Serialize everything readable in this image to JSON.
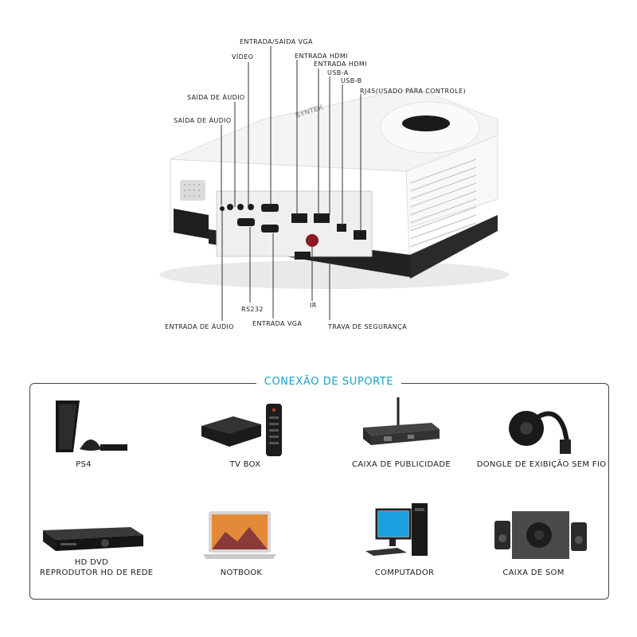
{
  "projector": {
    "brand": "SYNTEK",
    "labels": {
      "vga_io": "ENTRADA/SAÍDA VGA",
      "video": "VÍDEO",
      "hdmi_in_1": "ENTRADA HDMI",
      "hdmi_in_2": "ENTRADA HDMI",
      "usb_a": "USB-A",
      "usb_b": "USB-B",
      "rj45": "RJ45(USADO PARA CONTROLE)",
      "audio_out_1": "SAÍDA DE ÁUDIO",
      "audio_out_2": "SAÍDA DE ÁUDIO",
      "rs232": "RS232",
      "ir": "IR",
      "audio_in": "ENTRADA DE ÁUDIO",
      "vga_in": "ENTRADA VGA",
      "security_lock": "TRAVA DE SEGURANÇA"
    }
  },
  "support": {
    "title": "CONEXÃO DE SUPORTE",
    "accent": "#1aa0c7",
    "devices": [
      {
        "label": "PS4",
        "icon": "ps4-console-icon"
      },
      {
        "label": "TV BOX",
        "icon": "tv-box-icon"
      },
      {
        "label": "CAIXA DE PUBLICIDADE",
        "icon": "advertising-box-icon"
      },
      {
        "label": "DONGLE DE EXIBIÇÃO SEM FIO",
        "icon": "wireless-dongle-icon"
      },
      {
        "label": "HD DVD",
        "label2": "REPRODUTOR HD DE REDE",
        "icon": "dvd-player-icon"
      },
      {
        "label": "NOTBOOK",
        "icon": "notebook-icon"
      },
      {
        "label": "COMPUTADOR",
        "icon": "computer-icon"
      },
      {
        "label": "CAIXA DE SOM",
        "icon": "speakers-icon"
      }
    ]
  }
}
